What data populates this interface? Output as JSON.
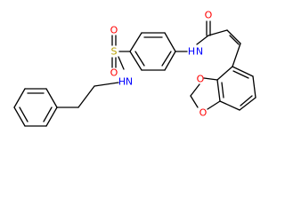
{
  "molecule": {
    "atoms": {
      "O_carbonyl": "O",
      "N_amide": "N",
      "H_amide": "H",
      "S_sulfonyl": "S",
      "O_sulfonyl_top": "O",
      "O_sulfonyl_bottom": "O",
      "N_sulfonamide": "N",
      "H_sulfonamide": "H",
      "O_dioxole_1": "O",
      "O_dioxole_2": "O"
    },
    "colors": {
      "bond": "#000000",
      "oxygen": "#ff0000",
      "nitrogen": "#0000ff",
      "sulfur": "#b8a000"
    }
  }
}
